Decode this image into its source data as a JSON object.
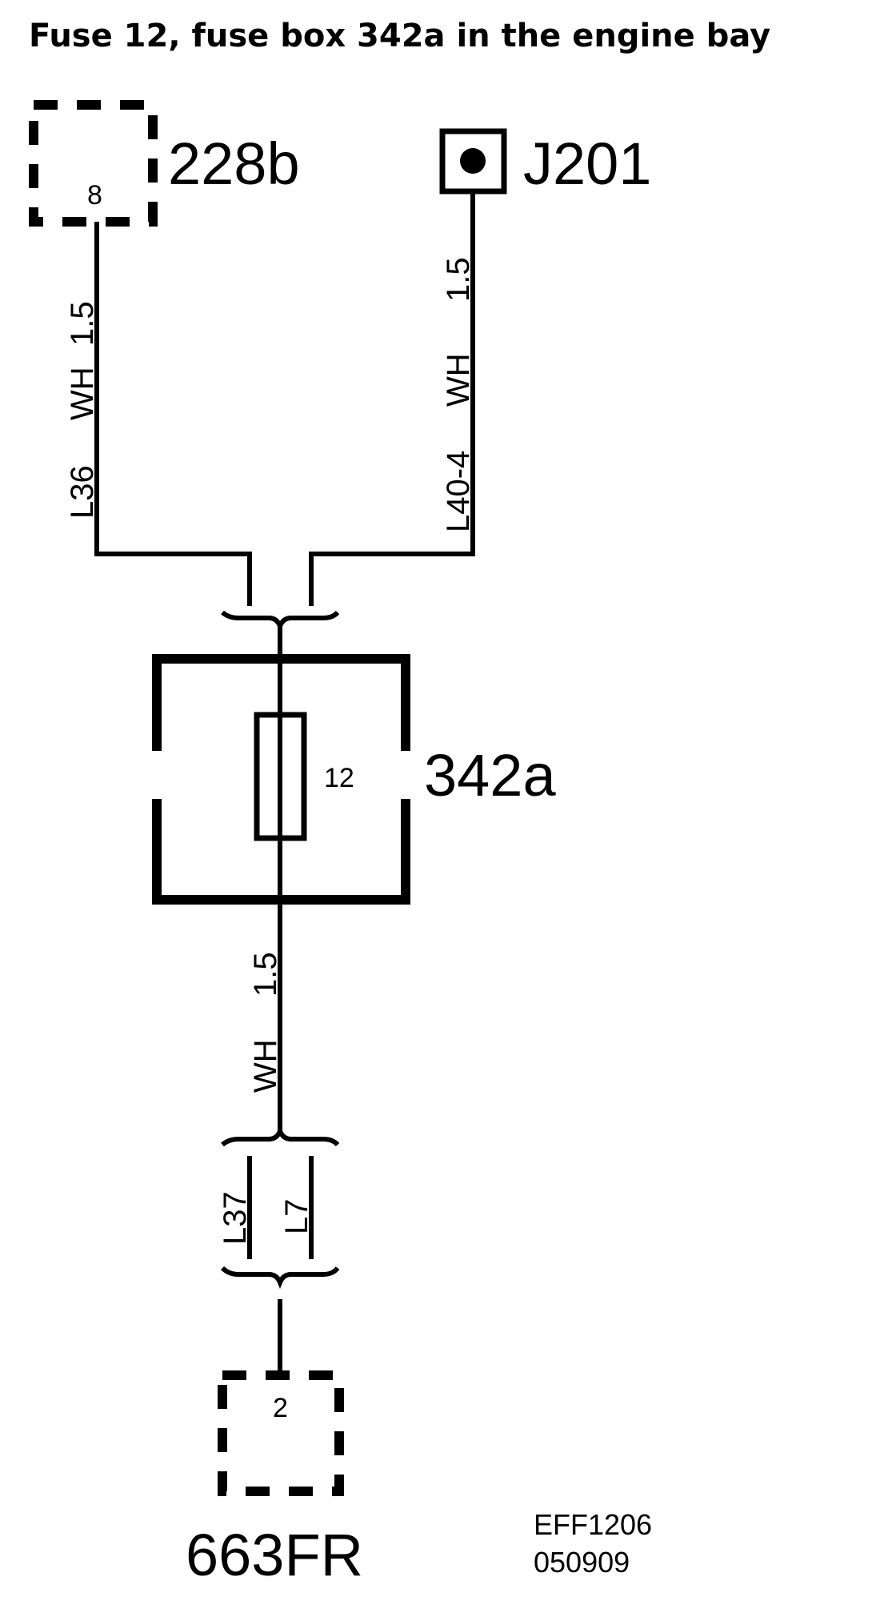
{
  "title": "Fuse 12, fuse box 342a in the engine bay",
  "connectors": {
    "c228b": {
      "name": "228b",
      "pin": "8"
    },
    "j201": {
      "name": "J201"
    },
    "c663fr": {
      "name": "663FR",
      "pin": "2"
    }
  },
  "fusebox": {
    "name": "342a",
    "fuse_number": "12"
  },
  "wires": {
    "left_top": {
      "id": "L36",
      "color": "WH",
      "size": "1.5"
    },
    "right_top": {
      "id": "L40-4",
      "color": "WH",
      "size": "1.5"
    },
    "bottom": {
      "color": "WH",
      "size": "1.5"
    },
    "split_left": {
      "id": "L37"
    },
    "split_right": {
      "id": "L7"
    }
  },
  "ref": {
    "code": "EFF1206",
    "date": "050909"
  }
}
